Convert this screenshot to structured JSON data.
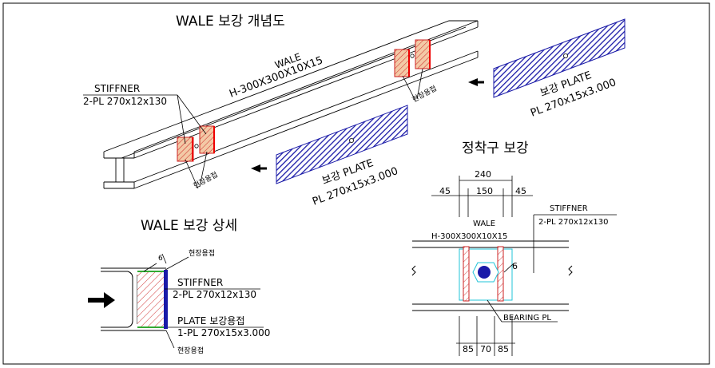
{
  "titles": {
    "concept": "WALE 보강 개념도",
    "detail": "WALE 보강 상세",
    "anchor": "정착구 보강"
  },
  "concept": {
    "wale_label": "WALE",
    "wale_section": "H-300X300X10X15",
    "stiffener_label": "STIFFNER",
    "stiffener_spec": "2-PL 270x12x130",
    "plate_label": "보강 PLATE",
    "plate_spec": "PL 270x15x3.000",
    "field_weld": "현장용접"
  },
  "detail": {
    "weld_size": "6",
    "field_weld_top": "현장용접",
    "field_weld_bottom": "현장용접",
    "stiffener_label": "STIFFNER",
    "stiffener_spec": "2-PL 270x12x130",
    "plate_label": "PLATE 보강용접",
    "plate_spec": "1-PL 270x15x3.000"
  },
  "anchor": {
    "dim_total": "240",
    "dim_left": "45",
    "dim_mid": "150",
    "dim_right": "45",
    "wale_label": "WALE",
    "wale_section": "H-300X300X10X15",
    "stiffener_label": "STIFFNER",
    "stiffener_spec": "2-PL 270x12x130",
    "weld_size": "6",
    "bearing_label": "BEARING PL",
    "dim_b1": "85",
    "dim_b2": "70",
    "dim_b3": "85"
  },
  "colors": {
    "plate_blue": "#1a1aa8",
    "hatch_red": "#cc2222",
    "stiffener_fill": "#f3c9a6",
    "weld_green": "#33aa33",
    "cyan": "#22c4d8"
  }
}
